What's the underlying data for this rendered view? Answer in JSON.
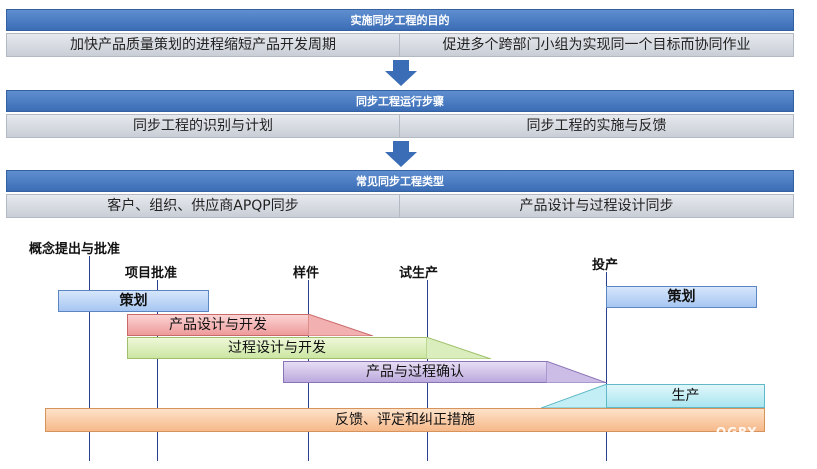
{
  "bands": [
    {
      "title": "实施同步工程的目的",
      "left": "加快产品质量策划的进程缩短产品开发周期",
      "right": "促进多个跨部门小组为实现同一个目标而协同作业"
    },
    {
      "title": "同步工程运行步骤",
      "left": "同步工程的识别与计划",
      "right": "同步工程的实施与反馈"
    },
    {
      "title": "常见同步工程类型",
      "left": "客户、组织、供应商APQP同步",
      "right": "产品设计与过程设计同步"
    }
  ],
  "milestones": {
    "concept": "概念提出与批准",
    "project": "项目批准",
    "sample": "样件",
    "trial": "试生产",
    "launch": "投产"
  },
  "phases": {
    "planning_1": "策划",
    "planning_2": "策划",
    "product_design": "产品设计与开发",
    "process_design": "过程设计与开发",
    "validation": "产品与过程确认",
    "production": "生产",
    "feedback": "反馈、评定和纠正措施"
  },
  "colors": {
    "header": "#3b6db6",
    "milestone_line": "#2b3f8f",
    "arrow": "#3b6db6"
  },
  "watermark": "OGRY"
}
